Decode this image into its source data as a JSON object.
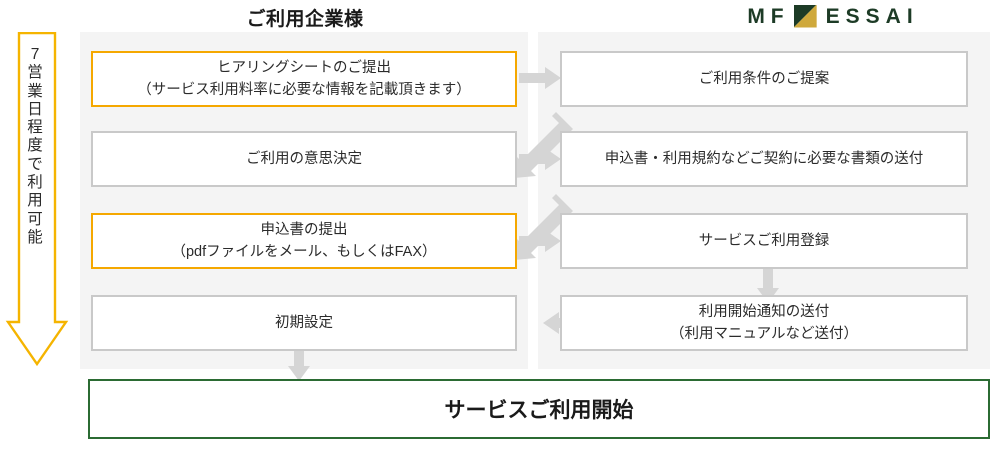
{
  "diagram": {
    "title": "MF ESSAI service onboarding flow",
    "colors": {
      "highlight_border": "#f5a800",
      "box_border": "#c9c9c9",
      "panel_background": "#f4f4f4",
      "final_border": "#2b6b33",
      "arrow": "#d3d3d3",
      "logo_dark": "#1d3b26",
      "logo_gold": "#cfa93c"
    },
    "columns": {
      "left": {
        "header": "ご利用企業様"
      },
      "right": {
        "logo_text_1": "MF",
        "logo_text_2": "ESSAI",
        "logo_mark": "mf-essai-logo-mark"
      }
    },
    "timeline": {
      "characters": [
        "7",
        "営",
        "業",
        "日",
        "程",
        "度",
        "で",
        "利",
        "用",
        "可",
        "能"
      ],
      "full_text": "7営業日程度で利用可能"
    },
    "steps_left": [
      {
        "line1": "ヒアリングシートのご提出",
        "line2": "（サービス利用料率に必要な情報を記載頂きます）",
        "highlight": true
      },
      {
        "line1": "ご利用の意思決定",
        "line2": "",
        "highlight": false
      },
      {
        "line1": "申込書の提出",
        "line2": "（pdfファイルをメール、もしくはFAX）",
        "highlight": true
      },
      {
        "line1": "初期設定",
        "line2": "",
        "highlight": false
      }
    ],
    "steps_right": [
      {
        "line1": "ご利用条件のご提案",
        "line2": "",
        "highlight": false
      },
      {
        "line1": "申込書・利用規約などご契約に必要な書類の送付",
        "line2": "",
        "highlight": false
      },
      {
        "line1": "サービスご利用登録",
        "line2": "",
        "highlight": false
      },
      {
        "line1": "利用開始通知の送付",
        "line2": "（利用マニュアルなど送付）",
        "highlight": false
      }
    ],
    "final": {
      "label": "サービスご利用開始"
    }
  }
}
